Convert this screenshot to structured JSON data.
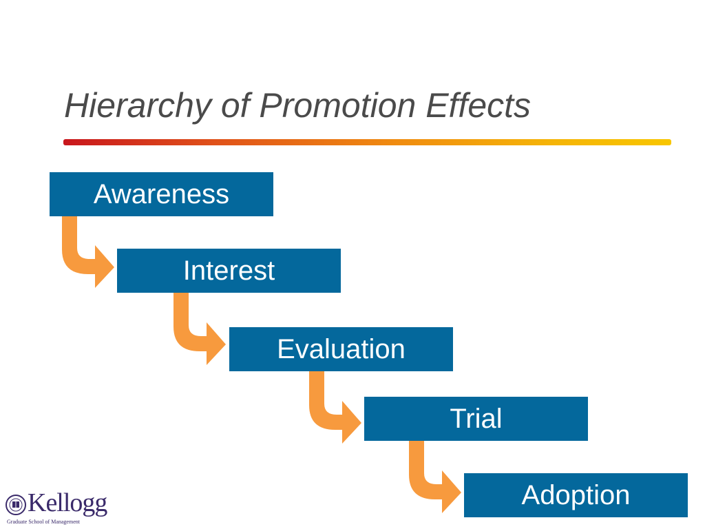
{
  "slide": {
    "title": "Hierarchy of Promotion Effects"
  },
  "steps": [
    {
      "label": "Awareness"
    },
    {
      "label": "Interest"
    },
    {
      "label": "Evaluation"
    },
    {
      "label": "Trial"
    },
    {
      "label": "Adoption"
    }
  ],
  "colors": {
    "box_fill": "#04689c",
    "arrow_fill": "#f79a3e",
    "title_text": "#4a4a4a",
    "logo_purple": "#3a2a6a"
  },
  "logo": {
    "name": "Kellogg",
    "tagline": "Graduate School of Management"
  }
}
